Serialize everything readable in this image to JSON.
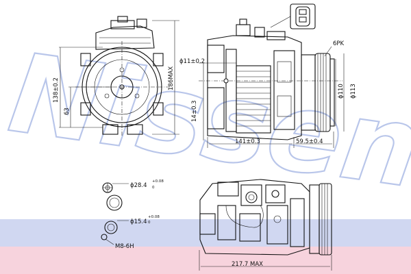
{
  "watermark": "Nissens",
  "colors": {
    "band_blue": "#a9b7e6",
    "band_pink": "#f4c4d2",
    "watermark_stroke": "#b9c6ea",
    "line": "#111111"
  },
  "front_view": {
    "height_138": "138±0.2",
    "height_63": "63",
    "height_186max": "186MAX"
  },
  "side_view": {
    "bore_11": "ϕ11±0.2",
    "height_14": "14±0.3",
    "belt": "6PK",
    "pulley_110": "ϕ110",
    "pulley_113": "ϕ113",
    "length_141": "141±0.3",
    "pulley_offset": "59.5±0.4"
  },
  "port_details": {
    "port_28_main": "ϕ28.4",
    "port_28_tol_plus": "+0.08",
    "port_28_tol_minus": "0",
    "port_15_main": "ϕ15.4",
    "port_15_tol_plus": "+0.08",
    "port_15_tol_minus": "0",
    "thread": "M8-6H"
  },
  "bottom_view": {
    "overall_length": "217.7 MAX"
  }
}
